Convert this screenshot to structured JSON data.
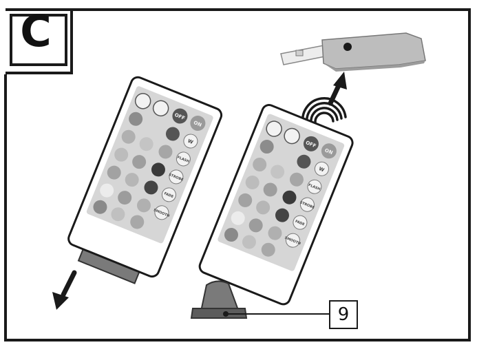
{
  "figure": {
    "section_letter": "C",
    "callout_number": "9"
  },
  "remote": {
    "row1_labels": [
      "OFF",
      "ON"
    ],
    "side_buttons": [
      "W",
      "FLASH",
      "STROBE",
      "FADE",
      "SMOOTH"
    ],
    "colors": {
      "body": "#ffffff",
      "face": "#d6d6d6",
      "button_light": "#f2f2f2",
      "button_mid": "#9a9a9a",
      "button_dark": "#3a3a3a",
      "outline": "#1a1a1a"
    }
  },
  "icons": [
    "bulb-brighter-icon",
    "bulb-dimmer-icon",
    "signal-waves-icon",
    "arrow-up-icon",
    "arrow-down-icon"
  ]
}
